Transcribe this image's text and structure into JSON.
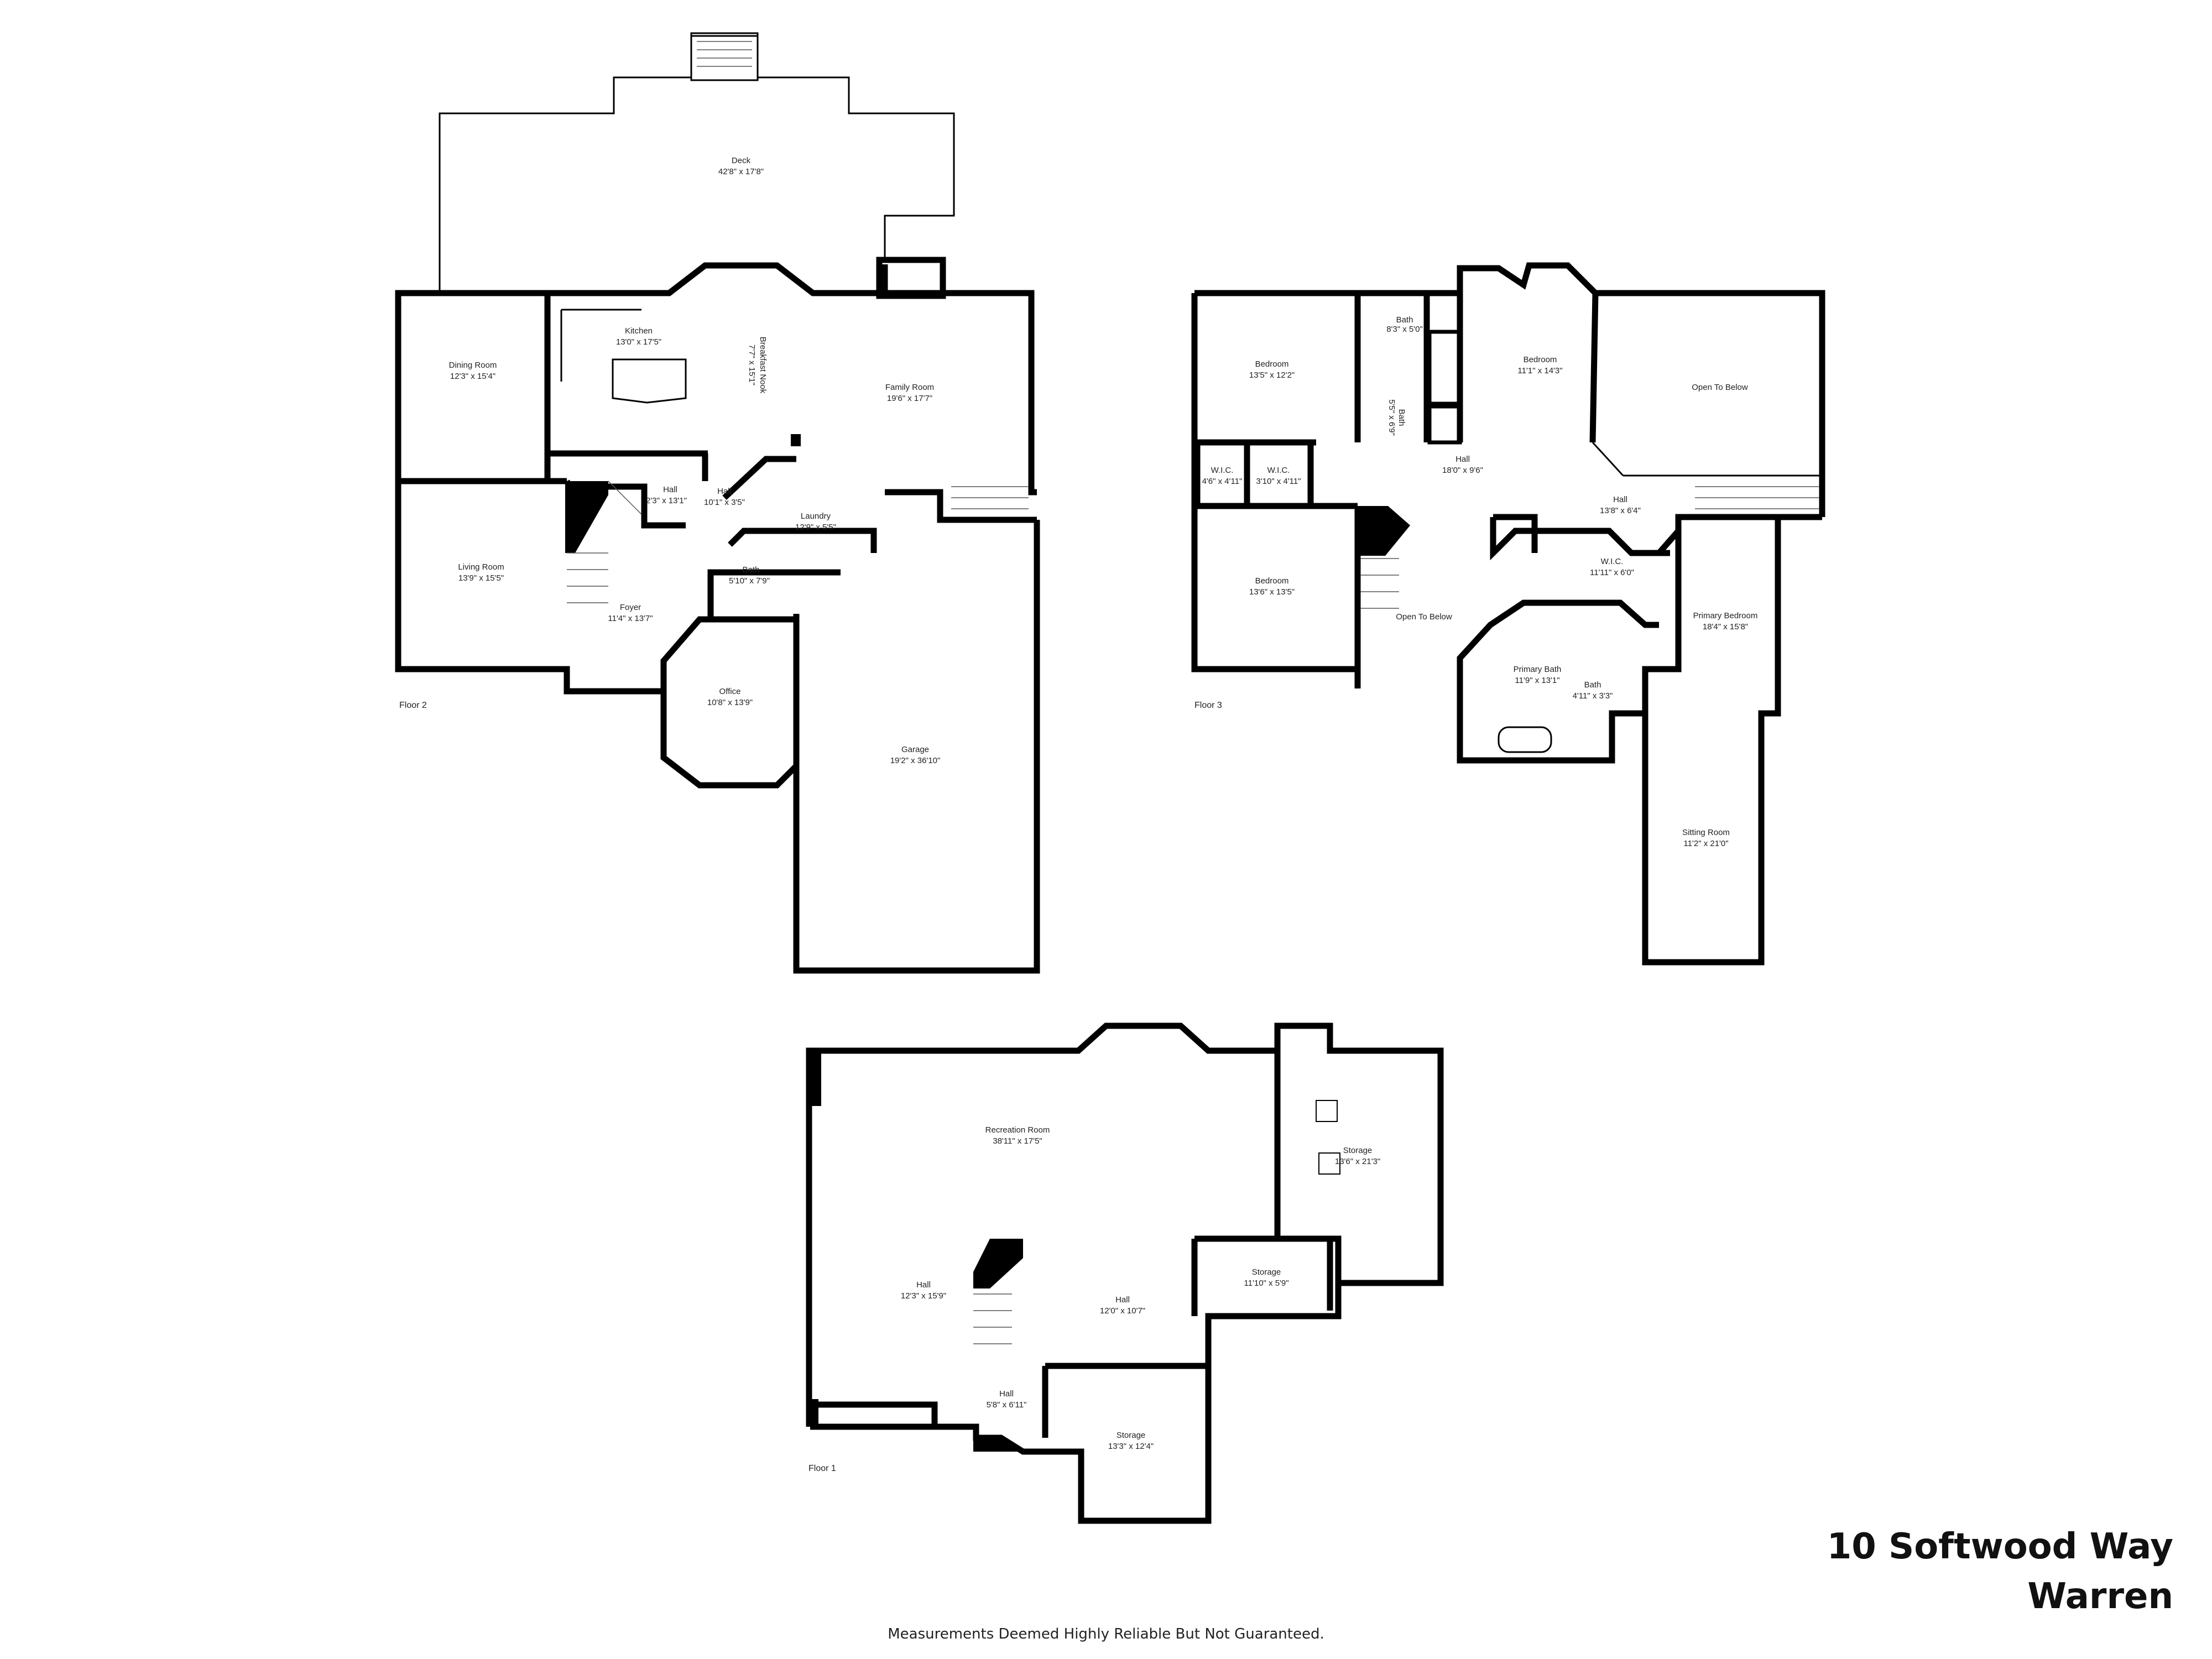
{
  "address": {
    "line1": "10 Softwood Way",
    "line2": "Warren"
  },
  "disclaimer": "Measurements Deemed Highly Reliable But Not Guaranteed.",
  "floors": [
    "Floor 2",
    "Floor 3",
    "Floor 1"
  ],
  "rooms": {
    "deck": {
      "name": "Deck",
      "dim": "42'8\" x 17'8\""
    },
    "kitchen": {
      "name": "Kitchen",
      "dim": "13'0\" x 17'5\""
    },
    "breakfast_nook": {
      "name": "Breakfast Nook",
      "dim": "7'7\" x 15'1\""
    },
    "dining_room": {
      "name": "Dining Room",
      "dim": "12'3\" x 15'4\""
    },
    "family_room": {
      "name": "Family Room",
      "dim": "19'6\" x 17'7\""
    },
    "hall_f2a": {
      "name": "Hall",
      "dim": "2'3\" x 13'1\""
    },
    "hall_f2b": {
      "name": "Hall",
      "dim": "10'1\" x 3'5\""
    },
    "laundry": {
      "name": "Laundry",
      "dim": "12'9\" x 5'5\""
    },
    "living_room": {
      "name": "Living Room",
      "dim": "13'9\" x 15'5\""
    },
    "foyer": {
      "name": "Foyer",
      "dim": "11'4\" x 13'7\""
    },
    "bath_f2": {
      "name": "Bath",
      "dim": "5'10\" x 7'9\""
    },
    "office": {
      "name": "Office",
      "dim": "10'8\" x 13'9\""
    },
    "garage": {
      "name": "Garage",
      "dim": "19'2\" x 36'10\""
    },
    "bedroom1": {
      "name": "Bedroom",
      "dim": "13'5\" x 12'2\""
    },
    "bath_f3a": {
      "name": "Bath",
      "dim": "8'3\" x 5'0\""
    },
    "bath_f3b": {
      "name": "Bath",
      "dim": "5'5\" x 6'9\""
    },
    "bedroom2": {
      "name": "Bedroom",
      "dim": "11'1\" x 14'3\""
    },
    "open_below1": {
      "name": "Open To Below",
      "dim": ""
    },
    "wic1": {
      "name": "W.I.C.",
      "dim": "4'6\" x 4'11\""
    },
    "wic2": {
      "name": "W.I.C.",
      "dim": "3'10\" x 4'11\""
    },
    "hall_f3a": {
      "name": "Hall",
      "dim": "18'0\" x 9'6\""
    },
    "hall_f3b": {
      "name": "Hall",
      "dim": "13'8\" x 6'4\""
    },
    "wic3": {
      "name": "W.I.C.",
      "dim": "11'11\" x 6'0\""
    },
    "bedroom3": {
      "name": "Bedroom",
      "dim": "13'6\" x 13'5\""
    },
    "open_below2": {
      "name": "Open To Below",
      "dim": ""
    },
    "primary_bedroom": {
      "name": "Primary Bedroom",
      "dim": "18'4\" x 15'8\""
    },
    "primary_bath": {
      "name": "Primary Bath",
      "dim": "11'9\" x 13'1\""
    },
    "bath_f3c": {
      "name": "Bath",
      "dim": "4'11\" x 3'3\""
    },
    "sitting_room": {
      "name": "Sitting Room",
      "dim": "11'2\" x 21'0\""
    },
    "recreation_room": {
      "name": "Recreation Room",
      "dim": "38'11\" x 17'5\""
    },
    "storage1": {
      "name": "Storage",
      "dim": "13'6\" x 21'3\""
    },
    "storage2": {
      "name": "Storage",
      "dim": "11'10\" x 5'9\""
    },
    "hall_f1a": {
      "name": "Hall",
      "dim": "12'3\" x 15'9\""
    },
    "hall_f1b": {
      "name": "Hall",
      "dim": "12'0\" x 10'7\""
    },
    "hall_f1c": {
      "name": "Hall",
      "dim": "5'8\" x 6'11\""
    },
    "storage3": {
      "name": "Storage",
      "dim": "13'3\" x 12'4\""
    }
  }
}
